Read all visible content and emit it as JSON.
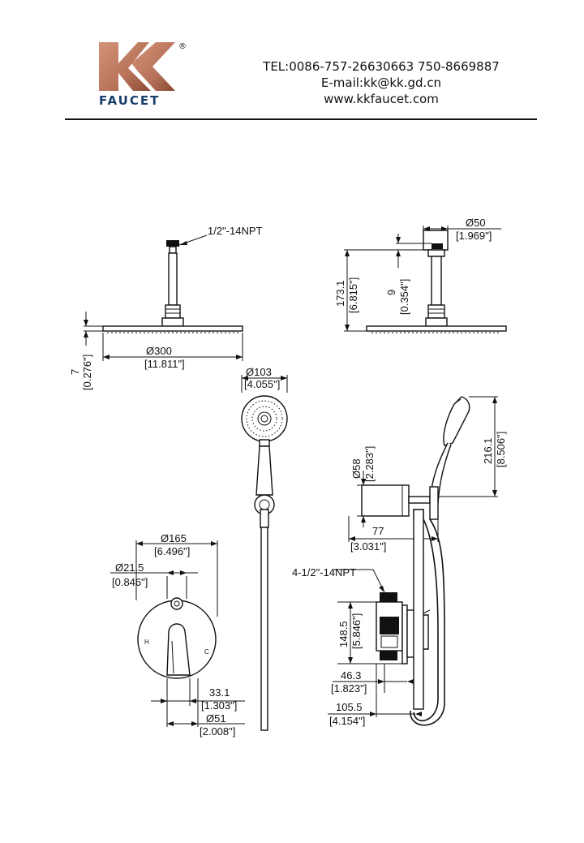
{
  "header": {
    "brand_letters": "KK",
    "brand_name": "FAUCET",
    "registered_mark": "®",
    "brand_color": "#b8735a",
    "tel": "TEL:0086-757-26630663 750-8669887",
    "email": "E-mail:kk@kk.gd.cn",
    "website": "www.kkfaucet.com"
  },
  "dimensions": {
    "arm_thread": "1/2\"-14NPT",
    "head_dia_mm": "Ø300",
    "head_dia_in": "[11.811\"]",
    "head_thick_mm": "7",
    "head_thick_in": "[0.276\"]",
    "flange_dia_mm": "Ø50",
    "flange_dia_in": "[1.969\"]",
    "arm_len_mm": "173.1",
    "arm_len_in": "[6.815\"]",
    "flange_h_mm": "9",
    "flange_h_in": "[0.354\"]",
    "hand_dia_mm": "Ø103",
    "hand_dia_in": "[4.055\"]",
    "holder_dia_mm": "Ø58",
    "holder_dia_in": "[2.283\"]",
    "holder_h_mm": "216.1",
    "holder_h_in": "[8.506\"]",
    "holder_depth_mm": "77",
    "holder_depth_in": "[3.031\"]",
    "plate_dia_mm": "Ø165",
    "plate_dia_in": "[6.496\"]",
    "outlet_dia_mm": "Ø21.5",
    "outlet_dia_in": "[0.846\"]",
    "handle_w_mm": "33.1",
    "handle_w_in": "[1.303\"]",
    "handle_base_mm": "Ø51",
    "handle_base_in": "[2.008\"]",
    "valve_thread": "4-1/2\"-14NPT",
    "valve_h_mm": "148.5",
    "valve_h_in": "[5.846\"]",
    "valve_depth_mm": "46.3",
    "valve_depth_in": "[1.823\"]",
    "total_depth_mm": "105.5",
    "total_depth_in": "[4.154\"]",
    "hot_mark": "H",
    "cold_mark": "C"
  }
}
